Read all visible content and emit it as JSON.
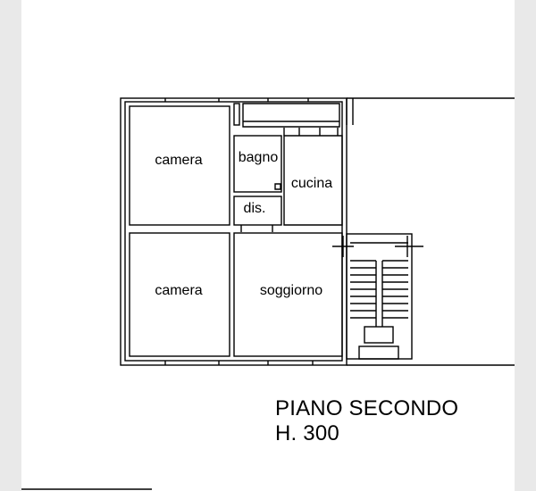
{
  "rooms": {
    "camera_top": "camera",
    "bagno": "bagno",
    "cucina": "cucina",
    "dis": "dis.",
    "camera_bottom": "camera",
    "soggiorno": "soggiorno"
  },
  "title": {
    "floor": "PIANO SECONDO",
    "height": "H. 300"
  }
}
